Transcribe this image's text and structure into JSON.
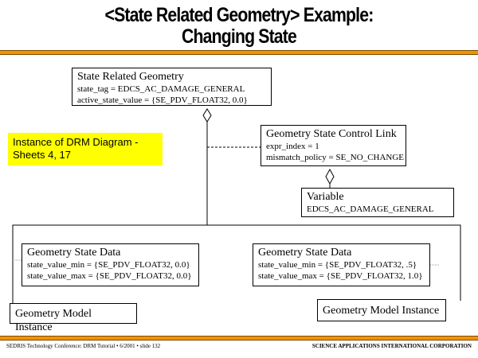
{
  "title": {
    "line1": "<State Related Geometry> Example:",
    "line2": "Changing State"
  },
  "note": "Instance of DRM Diagram - Sheets 4, 17",
  "srg": {
    "name": "State Related Geometry",
    "attrs": [
      "state_tag = EDCS_AC_DAMAGE_GENERAL",
      "active_state_value = {SE_PDV_FLOAT32, 0.0}"
    ]
  },
  "gscl": {
    "name": "Geometry State Control Link",
    "attrs": [
      "expr_index = 1",
      "mismatch_policy = SE_NO_CHANGE"
    ]
  },
  "variable": {
    "name": "Variable",
    "attrs": [
      "EDCS_AC_DAMAGE_GENERAL"
    ]
  },
  "gsd_left": {
    "name": "Geometry State Data",
    "attrs": [
      "state_value_min = {SE_PDV_FLOAT32, 0.0}",
      "state_value_max = {SE_PDV_FLOAT32, 0.0}"
    ]
  },
  "gsd_right": {
    "name": "Geometry State Data",
    "attrs": [
      "state_value_min = {SE_PDV_FLOAT32, .5}",
      "state_value_max = {SE_PDV_FLOAT32, 1.0}"
    ]
  },
  "gmi_left": "Geometry Model Instance",
  "gmi_right": "Geometry Model Instance",
  "footer": {
    "left": "SEDRIS Technology Conference: DRM Tutorial • 6/2001 • slide 132",
    "right": "SCIENCE APPLICATIONS INTERNATIONAL CORPORATION"
  }
}
